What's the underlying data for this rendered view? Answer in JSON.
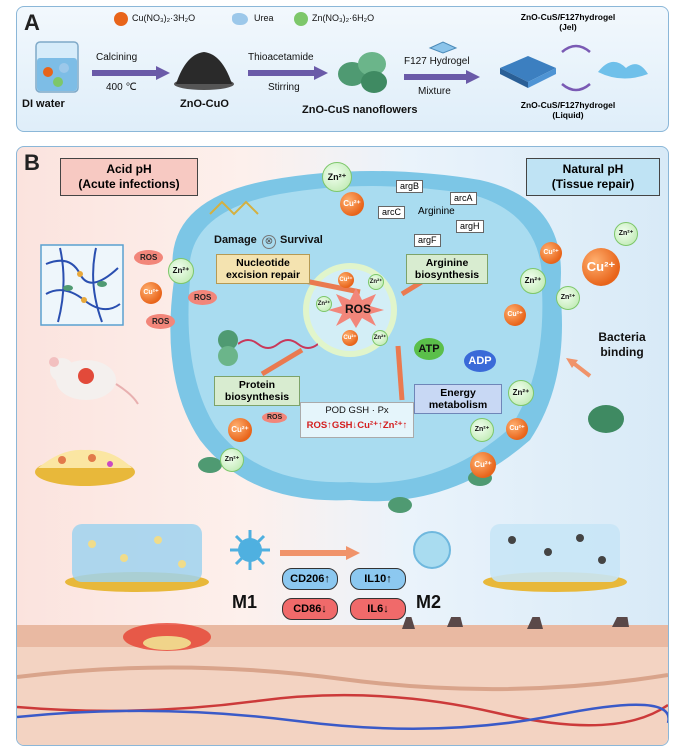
{
  "panel_a": {
    "letter": "A",
    "legend": [
      "Cu(NO₃)₂·3H₂O",
      "Urea",
      "Zn(NO₃)₂·6H₂O"
    ],
    "step1_top": "Calcining",
    "step1_bottom": "400 ℃",
    "step2_top": "Thioacetamide",
    "step2_bottom": "Stirring",
    "step3_top": "F127 Hydrogel",
    "step3_bottom": "Mixture",
    "label_water": "DI water",
    "label_zno": "ZnO-CuO",
    "label_flowers": "ZnO-CuS nanoflowers",
    "jel_line1": "ZnO-CuS/F127hydrogel",
    "jel_line2": "(Jel)",
    "liquid_line1": "ZnO-CuS/F127hydrogel",
    "liquid_line2": "(Liquid)",
    "colors": {
      "cu": "#e8641a",
      "urea": "#9cc8ea",
      "zn": "#7dc76a",
      "arrow": "#6a5aa8"
    }
  },
  "panel_b": {
    "letter": "B",
    "acid_line1": "Acid pH",
    "acid_line2": "(Acute infections)",
    "natural_line1": "Natural pH",
    "natural_line2": "(Tissue repair)",
    "damage": "Damage",
    "survival": "Survival",
    "nucleotide": "Nucleotide excision repair",
    "arginine_bio": "Arginine biosynthesis",
    "protein_bio": "Protein biosynthesis",
    "energy": "Energy metabolism",
    "ros_center": "ROS",
    "atp": "ATP",
    "adp": "ADP",
    "genes": [
      "argB",
      "arcA",
      "arcC",
      "Arginine",
      "argH",
      "argF"
    ],
    "pod_line": "POD  GSH · Px",
    "red_line": "ROS↑GSH↓Cu²⁺↑Zn²⁺↑",
    "bacteria_binding": "Bacteria binding",
    "m1": "M1",
    "m2": "M2",
    "cd206": "CD206↑",
    "il10": "IL10↑",
    "cd86": "CD86↓",
    "il6": "IL6↓",
    "ros": "ROS",
    "cu": "Cu²⁺",
    "zn": "Zn²⁺"
  }
}
